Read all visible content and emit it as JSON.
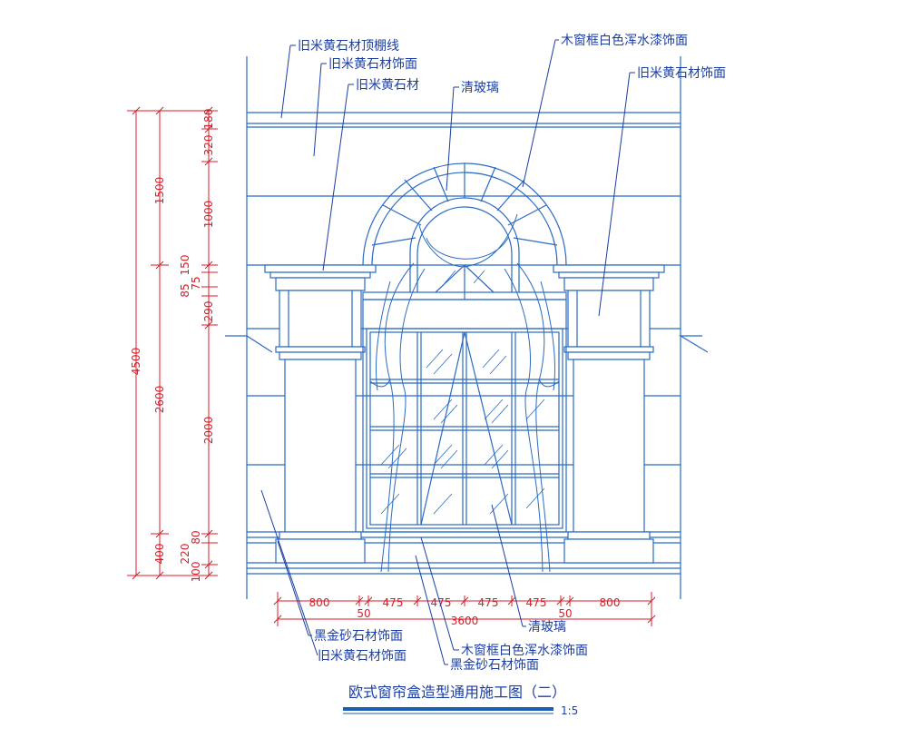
{
  "colors": {
    "drawing": "#2a6bc4",
    "leader": "#1a3ea3",
    "dimension": "#d81d2a"
  },
  "labels": {
    "ceiling_line": "旧米黄石材顶棚线",
    "upper_facing": "旧米黄石材饰面",
    "stone": "旧米黄石材",
    "glass_top": "清玻璃",
    "frame_top": "木窗框白色浑水漆饰面",
    "right_facing": "旧米黄石材饰面",
    "bottom_glass": "清玻璃",
    "bottom_black_1": "黑金砂石材饰面",
    "bottom_frame": "木窗框白色浑水漆饰面",
    "bottom_beige": "旧米黄石材饰面",
    "bottom_black_2": "黑金砂石材饰面"
  },
  "dimensions": {
    "left_outer": [
      "4500"
    ],
    "left_mid": [
      "1500",
      "2600",
      "400"
    ],
    "left_inner": [
      "180",
      "320",
      "1000",
      "85",
      "150",
      "75",
      "290",
      "2000",
      "80",
      "220",
      "100"
    ],
    "bottom_row": [
      "800",
      "50",
      "475",
      "475",
      "475",
      "475",
      "50",
      "800"
    ],
    "bottom_total": "3600"
  },
  "title": "欧式窗帘盒造型通用施工图（二）",
  "scale": "1:5"
}
